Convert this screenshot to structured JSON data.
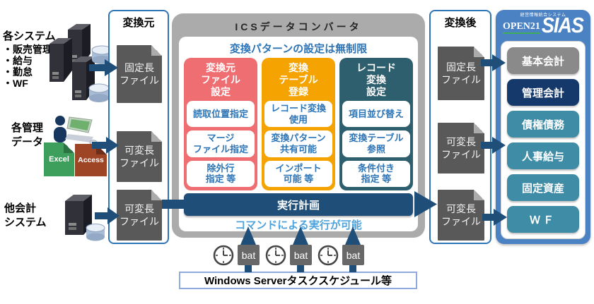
{
  "colors": {
    "arrow": "#1F4E79",
    "io_border": "#2E75B6",
    "file_bg": "#595959",
    "col_red": "#EE6E72",
    "col_orange": "#F4A300",
    "col_teal": "#2E5F6E",
    "exec_bar": "#1F4E79",
    "cmd_note": "#4FA3DC",
    "panel_bg": "#4A82C3",
    "brand_green": "#3FAE5A"
  },
  "left": {
    "systems_title": "各システム",
    "systems_items": [
      "・販売管理",
      "・給与",
      "・勤怠",
      "・WF"
    ],
    "mgmt_label": "各管理\nデータ",
    "excel_label": "Excel",
    "access_label": "Access",
    "other_label": "他会計\nシステム"
  },
  "source": {
    "title": "変換元",
    "files": [
      "固定長\nファイル",
      "可変長\nファイル",
      "可変長\nファイル"
    ]
  },
  "converter": {
    "title": "ICSデータコンバータ",
    "banner": "変換パターンの設定は無制限",
    "columns": [
      {
        "header": "変換元\nファイル\n設定",
        "color": "#EE6E72",
        "items": [
          "読取位置指定",
          "マージ\nファイル指定",
          "除外行\n指定 等"
        ]
      },
      {
        "header": "変換\nテーブル\n登録",
        "color": "#F4A300",
        "items": [
          "レコード変換\n使用",
          "変換パターン\n共有可能",
          "インポート\n可能  等"
        ]
      },
      {
        "header": "レコード\n変換\n設定",
        "color": "#2E5F6E",
        "items": [
          "項目並び替え",
          "変換テーブル\n参照",
          "条件付き\n指定  等"
        ]
      }
    ],
    "exec_label": "実行計画",
    "command_note": "コマンドによる実行が可能"
  },
  "scheduler": {
    "bat_label": "bat",
    "box_label": "Windows Serverタスクスケジュール等"
  },
  "dest": {
    "title": "変換後",
    "files": [
      "固定長\nファイル",
      "可変長\nファイル",
      "可変長\nファイル"
    ]
  },
  "product": {
    "tagline": "経営情報統合システム",
    "brand": "OPEN21",
    "brand_suffix": "SIAS",
    "modules": [
      {
        "label": "基本会計",
        "color": "#8A8A8A"
      },
      {
        "label": "管理会計",
        "color": "#16396B"
      },
      {
        "label": "債権債務",
        "color": "#3E8CA6"
      },
      {
        "label": "人事給与",
        "color": "#3E8CA6"
      },
      {
        "label": "固定資産",
        "color": "#3E8CA6"
      },
      {
        "label": "ＷＦ",
        "color": "#3E8CA6"
      }
    ]
  }
}
